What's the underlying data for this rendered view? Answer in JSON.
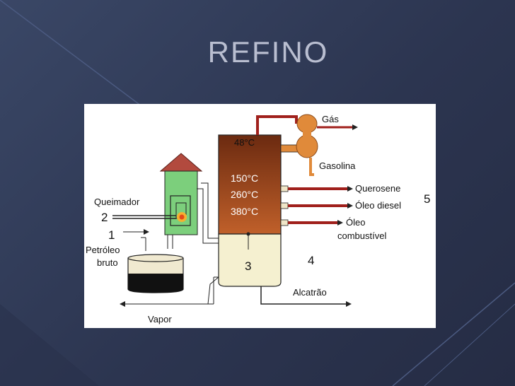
{
  "slide": {
    "title": "REFINO",
    "colors": {
      "background": "#2c3550",
      "title": "#b9bed0",
      "accent_line": "#4b5a80"
    }
  },
  "diagram": {
    "labels": {
      "gas": "Gás",
      "gasoline": "Gasolina",
      "kerosene": "Querosene",
      "diesel": "Óleo diesel",
      "fuel_oil_line1": "Óleo",
      "fuel_oil_line2": "combustível",
      "tar": "Alcatrão",
      "steam": "Vapor",
      "burner": "Queimador",
      "crude_line1": "Petróleo",
      "crude_line2": "bruto"
    },
    "temperatures": {
      "top": "48°C",
      "t1": "150°C",
      "t2": "260°C",
      "t3": "380°C"
    },
    "numbers": {
      "n1": "1",
      "n2": "2",
      "n3": "3",
      "n4": "4",
      "n5": "5"
    },
    "colors": {
      "column_gradient_top": "#6b2a10",
      "column_gradient_bottom": "#c0602a",
      "column_liquid": "#f5f0d0",
      "furnace": "#7ccf7c",
      "furnace_roof": "#b24a3e",
      "gas_sphere": "#e08a3a",
      "pipe_red": "#a0201c",
      "pipe_light": "#efe6c8"
    }
  }
}
